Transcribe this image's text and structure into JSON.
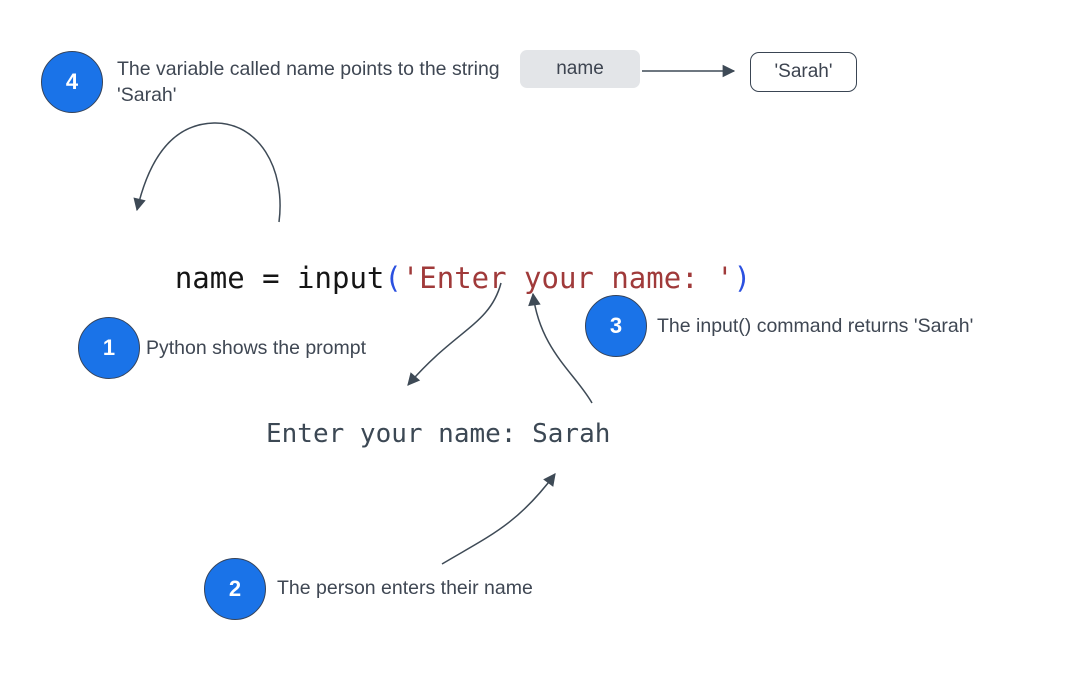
{
  "colors": {
    "callout_fill": "#1a73e8",
    "callout_border": "#35435a",
    "label_text": "#3f4753",
    "arrow": "#3e4a56",
    "code_default": "#151515",
    "code_paren": "#2b50e0",
    "code_string": "#a03a3a",
    "terminal_text": "#3c4854",
    "variable_box_bg": "#e3e5e8",
    "value_box_border": "#3a4553"
  },
  "callouts": {
    "step1": {
      "number": "1",
      "label": "Python shows the prompt"
    },
    "step2": {
      "number": "2",
      "label": "The person enters their name"
    },
    "step3": {
      "number": "3",
      "label": "The input() command returns 'Sarah'"
    },
    "step4": {
      "number": "4",
      "label": "The variable called name points to the string 'Sarah'"
    }
  },
  "variable_diagram": {
    "variable_name": "name",
    "value": "'Sarah'"
  },
  "code": {
    "prefix": "name = input",
    "open_paren": "(",
    "string_arg": "'Enter your name: '",
    "close_paren": ")"
  },
  "terminal": {
    "output": "Enter your name: Sarah"
  }
}
